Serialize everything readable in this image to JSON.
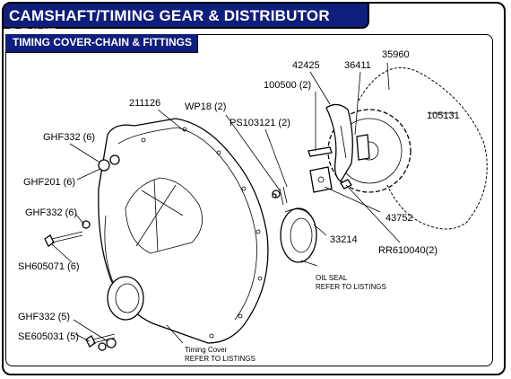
{
  "header": {
    "title": "CAMSHAFT/TIMING GEAR & DISTRIBUTOR DRIVE"
  },
  "section": {
    "title": "TIMING COVER-CHAIN & FITTINGS"
  },
  "labels": {
    "p42425": "42425",
    "p36411": "36411",
    "p35960": "35960",
    "p100500": "100500 (2)",
    "p211126": "211126",
    "pWP18": "WP18 (2)",
    "pPS103121": "PS103121 (2)",
    "p105131": "105131",
    "pGHF332_6a": "GHF332 (6)",
    "pGHF201": "GHF201 (6)",
    "pGHF332_6b": "GHF332 (6)",
    "pSH605071": "SH605071 (6)",
    "p43752": "43752",
    "p33214": "33214",
    "pRR610040": "RR610040(2)",
    "pGHF332_5": "GHF332 (5)",
    "pSE605031": "SE605031 (5)",
    "oilSeal1": "OIL SEAL",
    "oilSeal2": "REFER TO LISTINGS",
    "timingCover1": "Timing Cover",
    "timingCover2": "REFER TO LISTINGS"
  }
}
